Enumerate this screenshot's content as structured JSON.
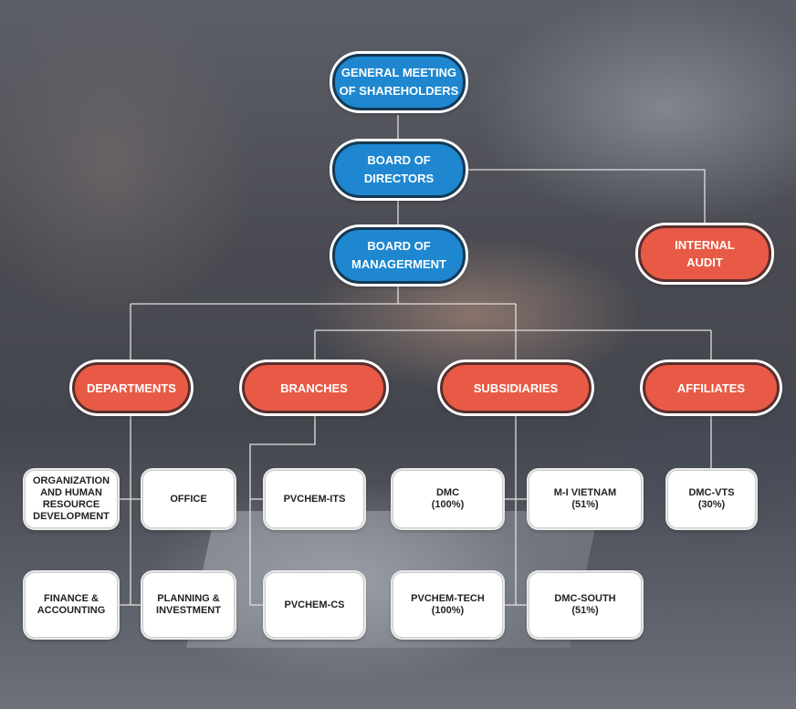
{
  "top": {
    "shareholders": "GENERAL MEETING\nOF SHAREHOLDERS",
    "directors": "BOARD OF\nDIRECTORS",
    "management": "BOARD OF\nMANAGERMENT",
    "audit": "INTERNAL\nAUDIT"
  },
  "categories": {
    "departments": "DEPARTMENTS",
    "branches": "BRANCHES",
    "subsidiaries": "SUBSIDIARIES",
    "affiliates": "AFFILIATES"
  },
  "departments": {
    "org_hr": "ORGANIZATION\nAND HUMAN\nRESOURCE\nDEVELOPMENT",
    "office": "OFFICE",
    "finance": "FINANCE &\nACCOUNTING",
    "planning": "PLANNING &\nINVESTMENT"
  },
  "branches": {
    "its": "PVCHEM-ITS",
    "cs": "PVCHEM-CS"
  },
  "subsidiaries": {
    "dmc": "DMC\n(100%)",
    "mi_vietnam": "M-I VIETNAM\n(51%)",
    "pvchem_tech": "PVCHEM-TECH\n(100%)",
    "dmc_south": "DMC-SOUTH\n(51%)"
  },
  "affiliates": {
    "dmc_vts": "DMC-VTS\n(30%)"
  },
  "colors": {
    "blue_node": "#1e87cf",
    "red_node": "#e85a45",
    "connector": "#e0e0e0"
  }
}
